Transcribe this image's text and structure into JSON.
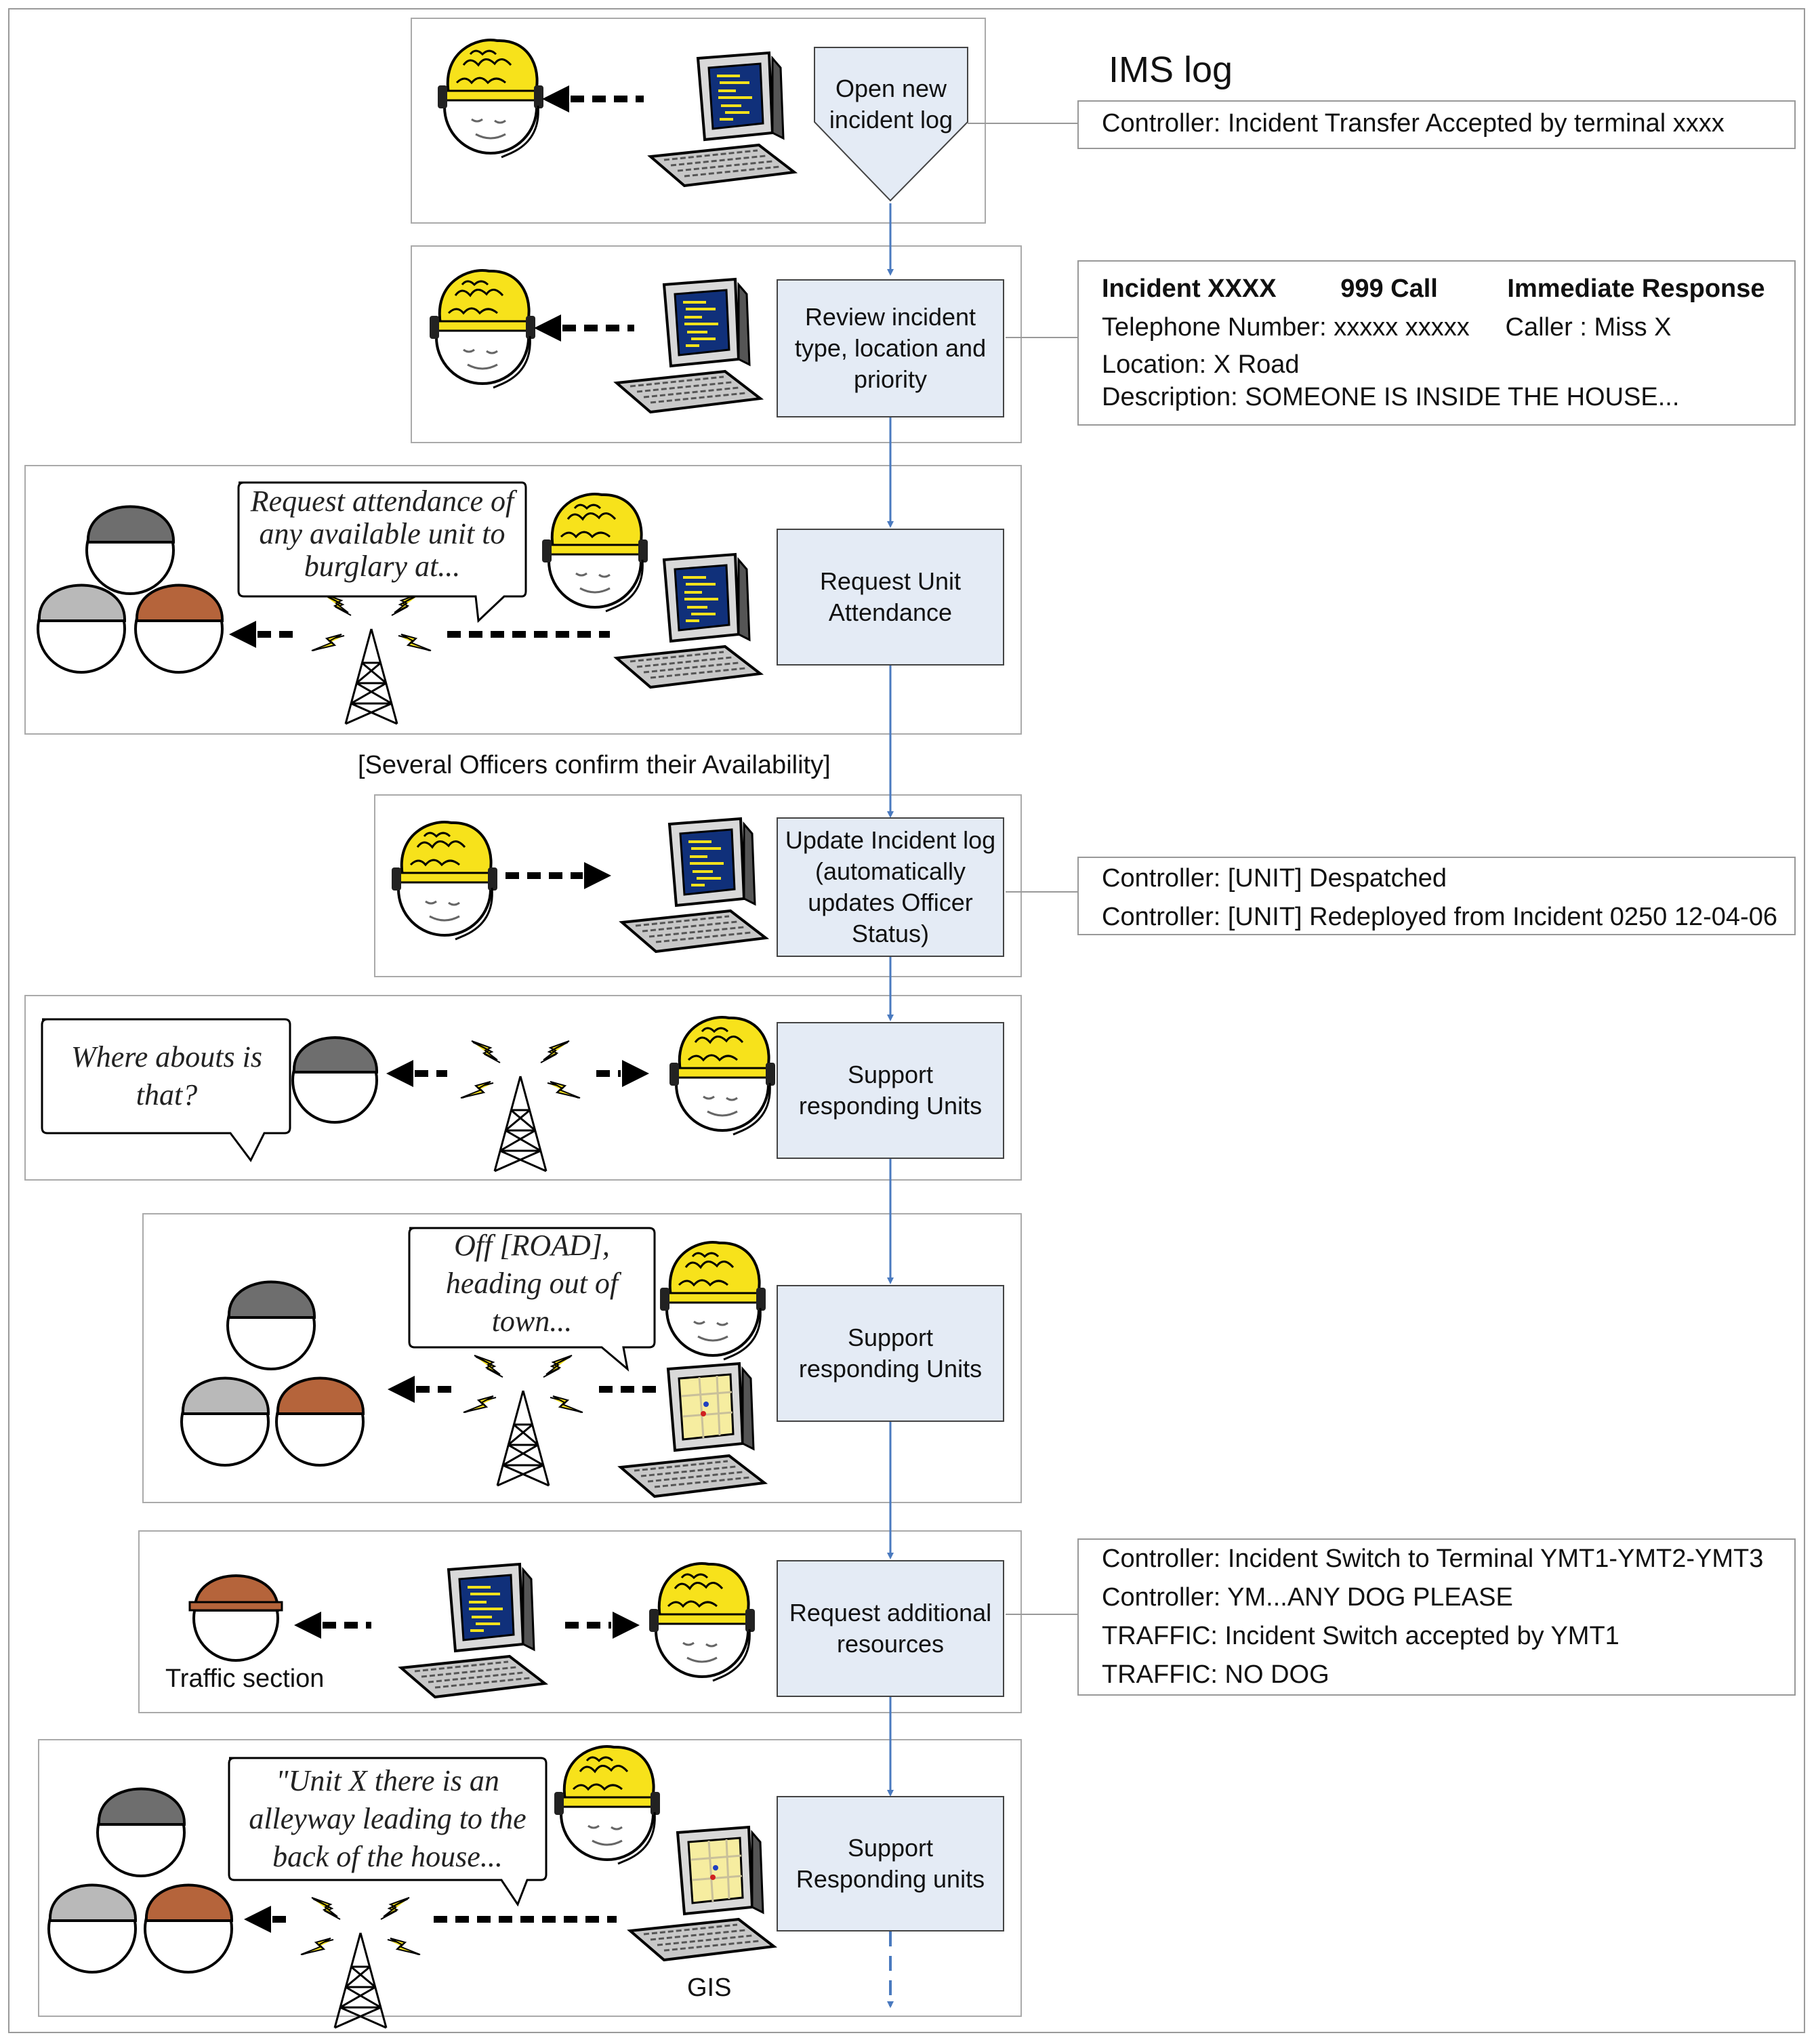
{
  "ims_title": "IMS log",
  "steps": [
    {
      "label": "Open new incident log"
    },
    {
      "label": "Review incident type, location and priority"
    },
    {
      "label": "Request Unit Attendance"
    },
    {
      "label": "Update Incident log (automatically updates Officer Status)"
    },
    {
      "label": "Support responding Units"
    },
    {
      "label": "Support responding Units"
    },
    {
      "label": "Request additional resources"
    },
    {
      "label": "Support Responding units"
    }
  ],
  "logs": {
    "log1": [
      "Controller: Incident Transfer Accepted by terminal xxxx"
    ],
    "log2": {
      "incident": "Incident XXXX",
      "call": "999 Call",
      "response": "Immediate Response",
      "lines": [
        "Telephone Number: xxxxx xxxxx     Caller : Miss X",
        "Location: X Road",
        "Description: SOMEONE IS INSIDE THE HOUSE..."
      ]
    },
    "log3": [
      "Controller: [UNIT] Despatched",
      "Controller: [UNIT] Redeployed from Incident 0250 12-04-06"
    ],
    "log4": [
      "Controller: Incident Switch to Terminal YMT1-YMT2-YMT3",
      "Controller: YM...ANY DOG PLEASE",
      "TRAFFIC: Incident Switch accepted by YMT1",
      "TRAFFIC: NO DOG"
    ]
  },
  "bubbles": {
    "b1": "Request attendance of any available unit to burglary at...",
    "b2": "Where abouts is that?",
    "b3": "Off [ROAD], heading out of town...",
    "b4": "\"Unit X there is an alleyway leading to the back of the house..."
  },
  "notes": {
    "availability": "[Several Officers confirm their Availability]",
    "traffic": "Traffic section",
    "gis": "GIS"
  },
  "colors": {
    "connector": "#4a7abf",
    "step_fill": "#e4ebf5",
    "controller_head": "#f7e21b",
    "screen": "#10307a",
    "officer_dark": "#6e6e6e",
    "officer_light": "#b9b9b9",
    "officer_brown": "#b5643b"
  }
}
